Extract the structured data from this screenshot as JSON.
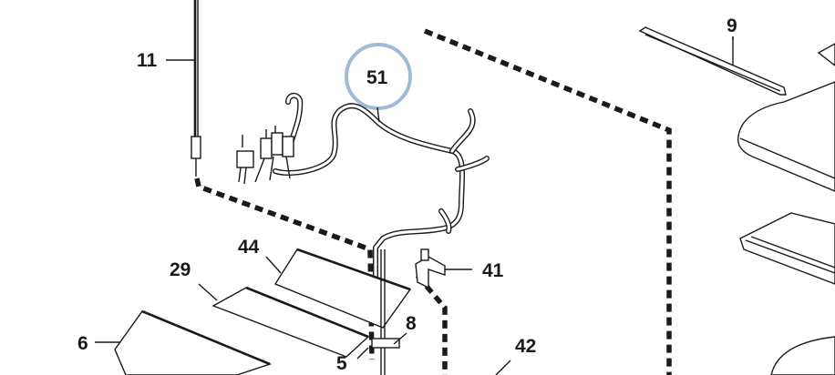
{
  "callouts": {
    "c11": "11",
    "c51": "51",
    "c9": "9",
    "c44": "44",
    "c29": "29",
    "c41": "41",
    "c8": "8",
    "c6": "6",
    "c5": "5",
    "c42": "42"
  },
  "highlight": {
    "callout": "51",
    "ring_color": "#a3b9d8"
  },
  "colors": {
    "line": "#1a1a1a",
    "background": "#ffffff"
  }
}
